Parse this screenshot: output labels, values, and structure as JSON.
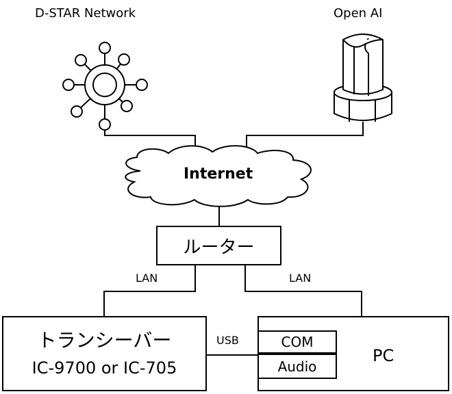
{
  "top": {
    "dstar_label": "D-STAR Network",
    "openai_label": "Open AI"
  },
  "cloud": {
    "label": "Internet"
  },
  "router": {
    "label": "ルーター"
  },
  "links": {
    "lan_left": "LAN",
    "lan_right": "LAN",
    "usb": "USB"
  },
  "transceiver": {
    "title": "トランシーバー",
    "model": "IC-9700 or IC-705"
  },
  "pc": {
    "label": "PC",
    "com_label": "COM",
    "audio_label": "Audio"
  }
}
